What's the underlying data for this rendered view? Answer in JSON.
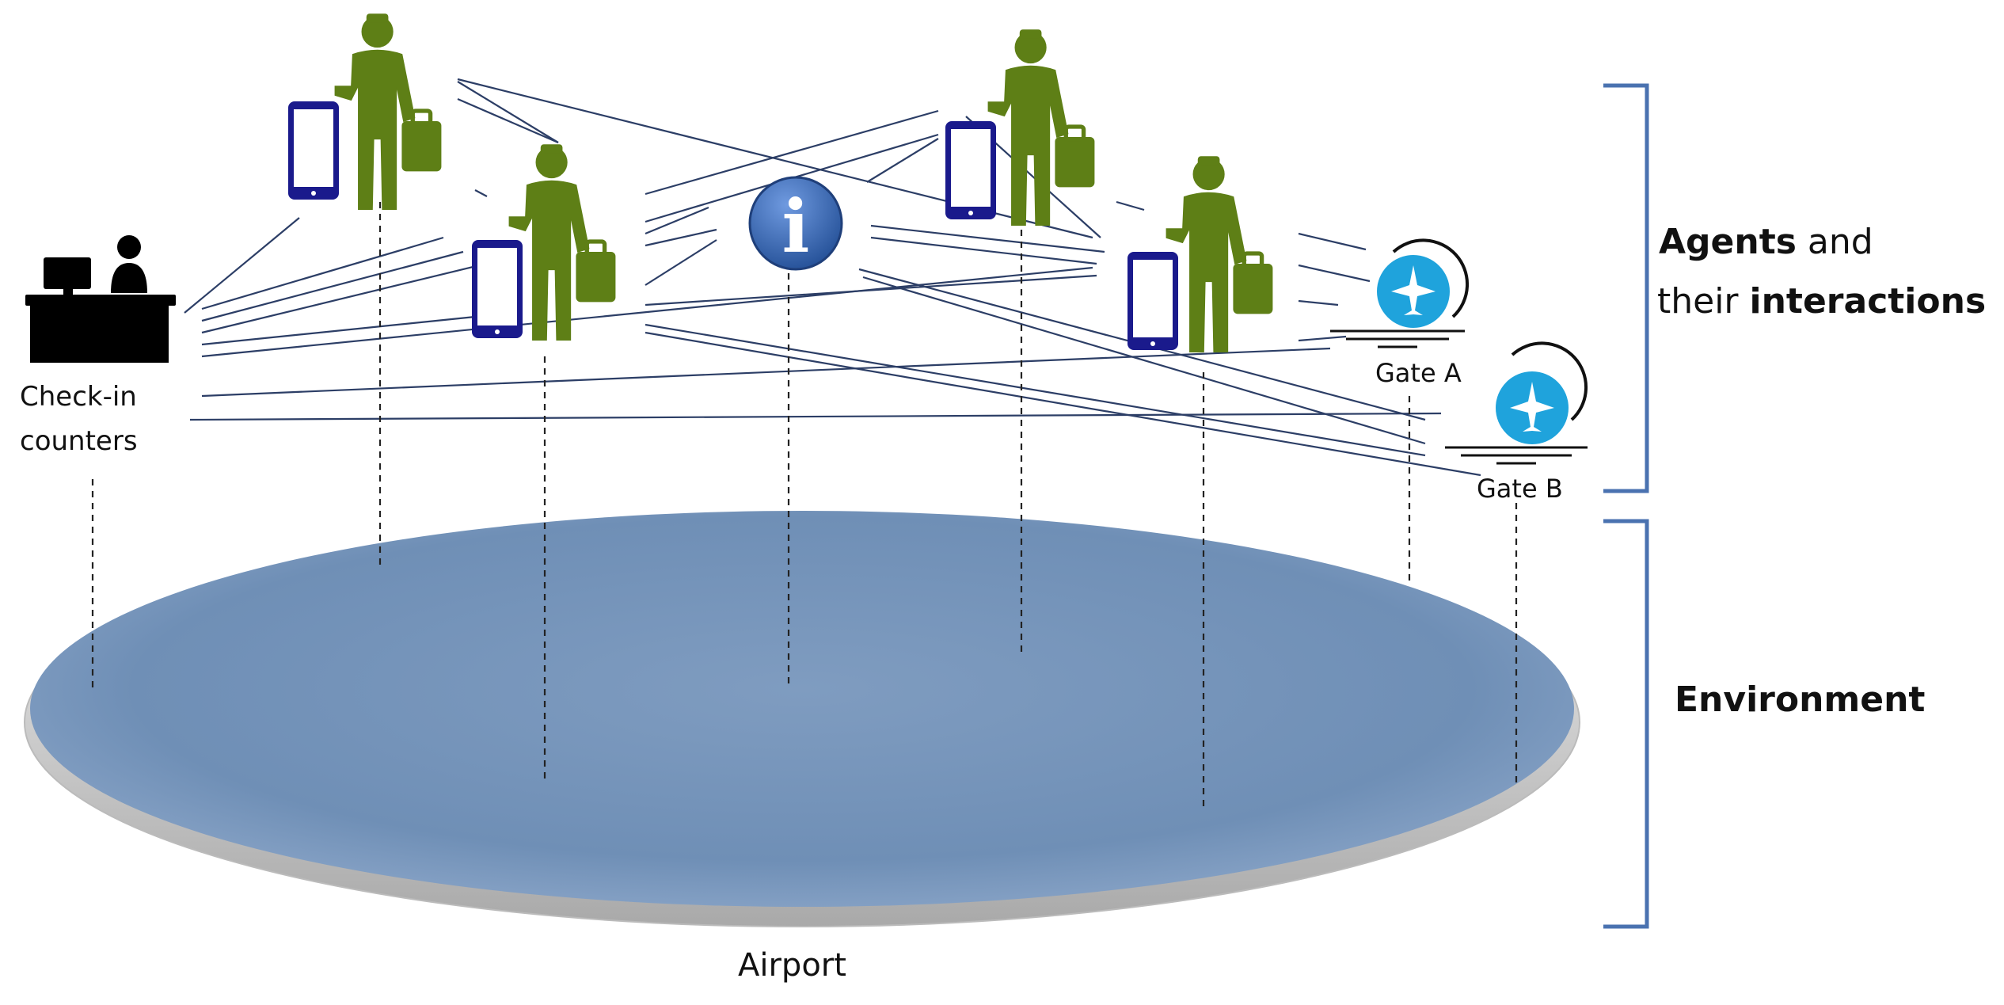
{
  "labels": {
    "check_in": [
      "Check-in",
      "counters"
    ],
    "gate_a": "Gate A",
    "gate_b": "Gate B",
    "airport": "Airport",
    "agents_1_bold": "Agents",
    "agents_1_rest": " and",
    "agents_2_plain": "their ",
    "agents_2_bold": "interactions",
    "environment": "Environment",
    "info_glyph": "i"
  },
  "colors": {
    "passenger": "#5e7f16",
    "phone": "#1a1a8c",
    "info": "#2f5fa8",
    "gate": "#1fa3dc",
    "environment": "#6f8fb5",
    "bracket": "#4a72b0",
    "line": "#2c3e66"
  },
  "icons": {
    "check_in": "check-in-desk-icon",
    "passenger": "passenger-with-luggage-icon",
    "phone": "smartphone-icon",
    "info": "information-icon",
    "gate": "airplane-gate-icon"
  }
}
